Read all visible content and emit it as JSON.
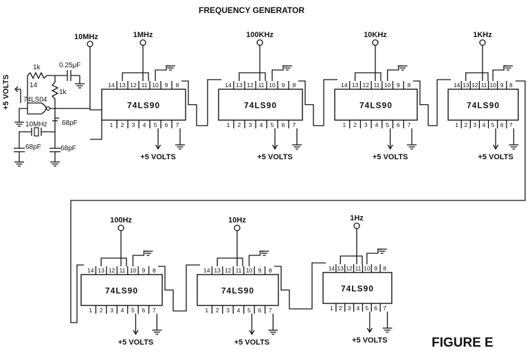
{
  "title": "FREQUENCY GENERATOR",
  "figure_label": "FIGURE E",
  "oscillator": {
    "supply_label": "+5 VOLTS",
    "gate_pin": "14",
    "gate_chip": "74LS04",
    "r1": "1k",
    "r2": "1k",
    "c_coupling": "0.25μF",
    "crystal": "10MHz",
    "c1": "68pF",
    "c2": "68pF",
    "c3": "68pF",
    "output_label": "10MHz"
  },
  "counter_chip": "74LS90",
  "top_pins": [
    "14",
    "13",
    "12",
    "11",
    "10",
    "9",
    "8"
  ],
  "bottom_pins": [
    "1",
    "2",
    "3",
    "4",
    "5",
    "6",
    "7"
  ],
  "supply_label": "+5 VOLTS",
  "stages": [
    {
      "freq": "1MHz"
    },
    {
      "freq": "100KHz"
    },
    {
      "freq": "10KHz"
    },
    {
      "freq": "1KHz"
    },
    {
      "freq": "100Hz"
    },
    {
      "freq": "10Hz"
    },
    {
      "freq": "1Hz"
    }
  ]
}
